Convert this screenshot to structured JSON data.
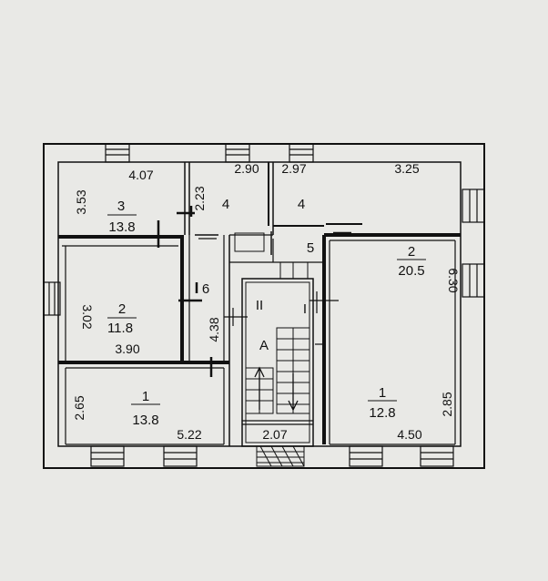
{
  "plan": {
    "rooms": [
      {
        "number": "3",
        "area": "13.8"
      },
      {
        "number": "4",
        "area": ""
      },
      {
        "number": "4",
        "area": ""
      },
      {
        "number": "2",
        "area": "11.8"
      },
      {
        "number": "6",
        "area": ""
      },
      {
        "number": "2",
        "area": "20.5"
      },
      {
        "number": "1",
        "area": "13.8"
      },
      {
        "number": "1",
        "area": "12.8"
      },
      {
        "number": "5",
        "area": ""
      },
      {
        "number": "A",
        "area": ""
      }
    ],
    "dimensions": [
      "4.07",
      "3.53",
      "2.90",
      "2.23",
      "2.97",
      "3.25",
      "6.30",
      "3.02",
      "3.90",
      "4.38",
      "2.65",
      "5.22",
      "2.07",
      "4.50",
      "2.85"
    ],
    "marks": {
      "stair_roman": "II",
      "stair_bar": "I"
    },
    "colors": {
      "paper": "#e9e9e6",
      "ink": "#111111"
    }
  }
}
